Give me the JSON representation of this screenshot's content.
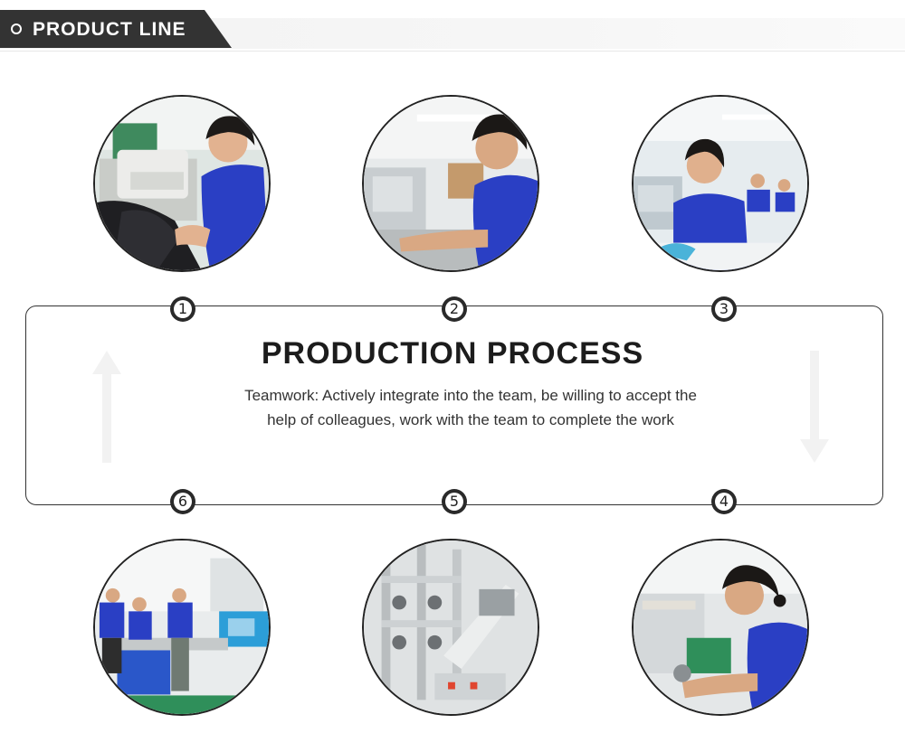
{
  "header": {
    "title": "PRODUCT LINE"
  },
  "process": {
    "title": "PRODUCTION PROCESS",
    "description": "Teamwork: Actively integrate into the team, be willing to accept the help of colleagues, work with the team to complete the work"
  },
  "steps": [
    {
      "number": "1",
      "photo": "worker-sewing-machine-photo"
    },
    {
      "number": "2",
      "photo": "worker-assembly-photo"
    },
    {
      "number": "3",
      "photo": "sewing-workshop-photo"
    },
    {
      "number": "4",
      "photo": "worker-close-up-photo"
    },
    {
      "number": "5",
      "photo": "machinery-photo"
    },
    {
      "number": "6",
      "photo": "packing-team-photo"
    }
  ],
  "colors": {
    "accent": "#333333",
    "uniform": "#2a3fc4",
    "background": "#ffffff"
  }
}
